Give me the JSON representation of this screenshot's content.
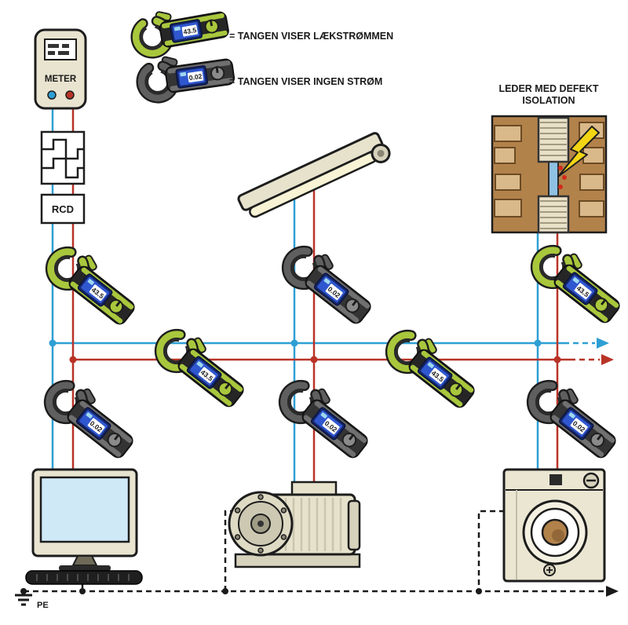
{
  "legend": {
    "leak_label": "= TANGEN VISER LÆKSTRØMMEN",
    "none_label": "= TANGEN VISER INGEN STRØM"
  },
  "readings": {
    "leak": "43.5",
    "none": "0.02"
  },
  "labels": {
    "meter": "METER",
    "rcd": "RCD",
    "pe": "PE",
    "defect_line1": "LEDER MED DEFEKT",
    "defect_line2": "ISOLATION"
  },
  "colors": {
    "wire_blue": "#2e9fd4",
    "wire_red": "#b93327",
    "clamp_leak_green": "#a9c73c",
    "clamp_none_gray": "#5f5f5f",
    "display_blue": "#2f57cf",
    "pe_black": "#1a1a1a"
  }
}
